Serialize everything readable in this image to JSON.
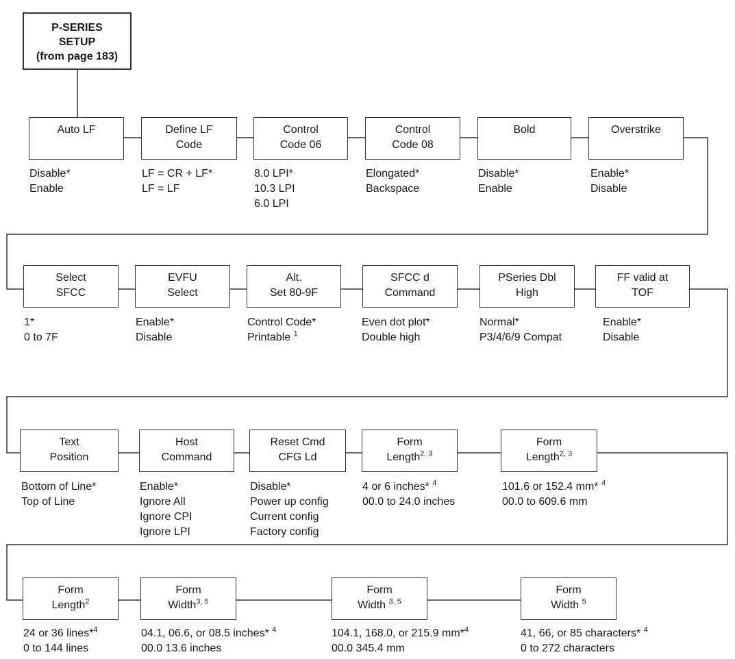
{
  "root": {
    "line1": "P-SERIES",
    "line2": "SETUP",
    "line3": "(from page 183)"
  },
  "rows": [
    {
      "menus": [
        {
          "id": "auto-lf",
          "title1": "Auto LF",
          "title2": "",
          "sup": "",
          "options": [
            "Disable*",
            "Enable"
          ]
        },
        {
          "id": "define-lf-code",
          "title1": "Define LF",
          "title2": "Code",
          "sup": "",
          "options": [
            "LF = CR + LF*",
            "LF = LF"
          ]
        },
        {
          "id": "control-code-06",
          "title1": "Control",
          "title2": "Code 06",
          "sup": "",
          "options": [
            "8.0 LPI*",
            "10.3 LPI",
            "6.0 LPI"
          ]
        },
        {
          "id": "control-code-08",
          "title1": "Control",
          "title2": "Code 08",
          "sup": "",
          "options": [
            "Elongated*",
            "Backspace"
          ]
        },
        {
          "id": "bold",
          "title1": "Bold",
          "title2": "",
          "sup": "",
          "options": [
            "Disable*",
            "Enable"
          ]
        },
        {
          "id": "overstrike",
          "title1": "Overstrike",
          "title2": "",
          "sup": "",
          "options": [
            "Enable*",
            "Disable"
          ]
        }
      ]
    },
    {
      "menus": [
        {
          "id": "select-sfcc",
          "title1": "Select",
          "title2": "SFCC",
          "sup": "",
          "options": [
            "1*",
            "0 to 7F"
          ]
        },
        {
          "id": "evfu-select",
          "title1": "EVFU",
          "title2": "Select",
          "sup": "",
          "options": [
            "Enable*",
            "Disable"
          ]
        },
        {
          "id": "alt-set-80-9f",
          "title1": "Alt.",
          "title2": "Set 80-9F",
          "sup": "",
          "options": [
            "Control Code*",
            "Printable"
          ],
          "option_sup": [
            "",
            "1"
          ]
        },
        {
          "id": "sfcc-d-command",
          "title1": "SFCC d",
          "title2": "Command",
          "sup": "",
          "options": [
            "Even dot plot*",
            "Double high"
          ]
        },
        {
          "id": "pseries-dbl-high",
          "title1": "PSeries Dbl",
          "title2": "High",
          "sup": "",
          "options": [
            "Normal*",
            "P3/4/6/9 Compat"
          ]
        },
        {
          "id": "ff-valid-at-tof",
          "title1": "FF valid at",
          "title2": "TOF",
          "sup": "",
          "options": [
            "Enable*",
            "Disable"
          ]
        }
      ]
    },
    {
      "menus": [
        {
          "id": "text-position",
          "title1": "Text",
          "title2": "Position",
          "sup": "",
          "options": [
            "Bottom of Line*",
            "Top of Line"
          ]
        },
        {
          "id": "host-command",
          "title1": "Host",
          "title2": "Command",
          "sup": "",
          "options": [
            "Enable*",
            "Ignore All",
            "Ignore CPI",
            "Ignore LPI"
          ]
        },
        {
          "id": "reset-cmd-cfg-ld",
          "title1": "Reset Cmd",
          "title2": "CFG Ld",
          "sup": "",
          "options": [
            "Disable*",
            "Power up config",
            "Current config",
            "Factory config"
          ]
        },
        {
          "id": "form-length-inches",
          "title1": "Form",
          "title2": "Length",
          "sup": "2, 3",
          "options": [
            "4 or 6 inches*",
            "00.0 to 24.0 inches"
          ],
          "option_sup": [
            "4",
            ""
          ]
        },
        {
          "id": "form-length-mm",
          "title1": "Form",
          "title2": "Length",
          "sup": "2, 3",
          "options": [
            "101.6 or 152.4 mm*",
            "00.0 to 609.6 mm"
          ],
          "option_sup": [
            "4",
            ""
          ]
        }
      ]
    },
    {
      "menus": [
        {
          "id": "form-length-lines",
          "title1": "Form",
          "title2": "Length",
          "sup": "2",
          "options": [
            "24 or 36 lines*",
            "0 to 144 lines"
          ],
          "option_sup": [
            "4",
            ""
          ]
        },
        {
          "id": "form-width-inches",
          "title1": "Form",
          "title2": "Width",
          "sup": "3, 5",
          "options": [
            "04.1, 06.6, or 08.5 inches*",
            "00.0 13.6 inches"
          ],
          "option_sup": [
            "4",
            ""
          ]
        },
        {
          "id": "form-width-mm",
          "title1": "Form",
          "title2": "Width",
          "sup": "3, 5",
          "options": [
            "104.1, 168.0, or 215.9 mm*",
            "00.0 345.4 mm"
          ],
          "option_sup": [
            "4",
            ""
          ]
        },
        {
          "id": "form-width-characters",
          "title1": "Form",
          "title2": "Width",
          "sup": "5",
          "options": [
            "41, 66, or 85 characters*",
            "0 to 272 characters"
          ],
          "option_sup": [
            "4",
            ""
          ]
        }
      ]
    }
  ]
}
